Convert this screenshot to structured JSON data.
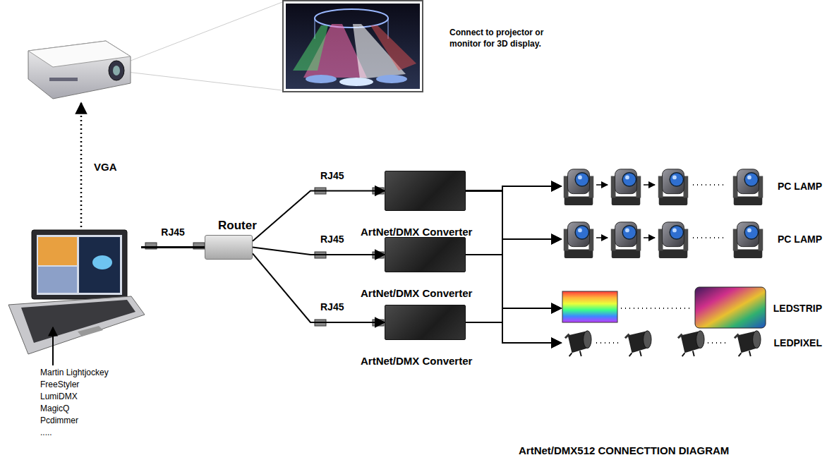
{
  "diagram": {
    "caption": "ArtNet/DMX512 CONNECTTION DIAGRAM",
    "nodes": [
      {
        "text": [
          "Martin Lightjockey",
          "FreeStyler",
          "LumiDMX",
          "MagicQ",
          "Pcdimmer",
          "....."
        ]
      },
      {
        "text": [
          "Router"
        ]
      },
      {
        "text": [
          "ArtNet/DMX Converter"
        ]
      },
      {
        "text": [
          "ArtNet/DMX Converter"
        ]
      },
      {
        "text": [
          "ArtNet/DMX Converter"
        ]
      },
      {
        "text": [
          "PC LAMP"
        ]
      },
      {
        "text": [
          "PC LAMP"
        ]
      },
      {
        "text": [
          "LEDSTRIP"
        ]
      },
      {
        "text": [
          "LEDPIXEL"
        ]
      }
    ],
    "edges": [
      {
        "from": 0,
        "to": 1,
        "label": "RJ45",
        "arrow": "none"
      },
      {
        "from": 1,
        "to": 2,
        "label": "RJ45",
        "arrow": "to"
      },
      {
        "from": 1,
        "to": 3,
        "label": "RJ45",
        "arrow": "to"
      },
      {
        "from": 1,
        "to": 4,
        "label": "RJ45",
        "arrow": "to"
      },
      {
        "from": 2,
        "to": 5,
        "arrow": "to"
      },
      {
        "from": 2,
        "to": 6,
        "arrow": "to"
      },
      {
        "from": 2,
        "to": 7,
        "arrow": "to"
      },
      {
        "from": 2,
        "to": 8,
        "arrow": "to"
      },
      {
        "from": 3,
        "to": 5,
        "arrow": "to"
      },
      {
        "from": 3,
        "to": 6,
        "arrow": "to"
      },
      {
        "from": 3,
        "to": 7,
        "arrow": "to"
      },
      {
        "from": 3,
        "to": 8,
        "arrow": "to"
      },
      {
        "from": 4,
        "to": 5,
        "arrow": "to"
      },
      {
        "from": 4,
        "to": 6,
        "arrow": "to"
      },
      {
        "from": 4,
        "to": 7,
        "arrow": "to"
      },
      {
        "from": 4,
        "to": 8,
        "arrow": "to"
      }
    ],
    "labels": [
      "Connect to projector or monitor for 3D display.",
      "VGA"
    ]
  }
}
